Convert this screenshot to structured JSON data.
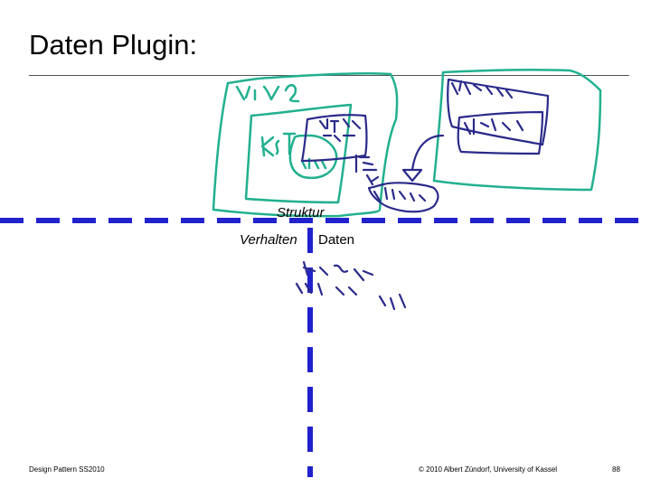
{
  "slide": {
    "title": "Daten Plugin:",
    "labels": {
      "struktur": "Struktur",
      "verhalten": "Verhalten",
      "daten": "Daten"
    },
    "footer": {
      "course": "Design Pattern SS2010",
      "copyright": "© 2010 Albert Zündorf, University of Kassel",
      "page_number": "88"
    }
  },
  "colors": {
    "background": "#ffffff",
    "dashed_axes": "#2222cc",
    "teal_ink": "#22b08f",
    "navy_ink": "#2a2a8a",
    "rule": "#555555"
  }
}
